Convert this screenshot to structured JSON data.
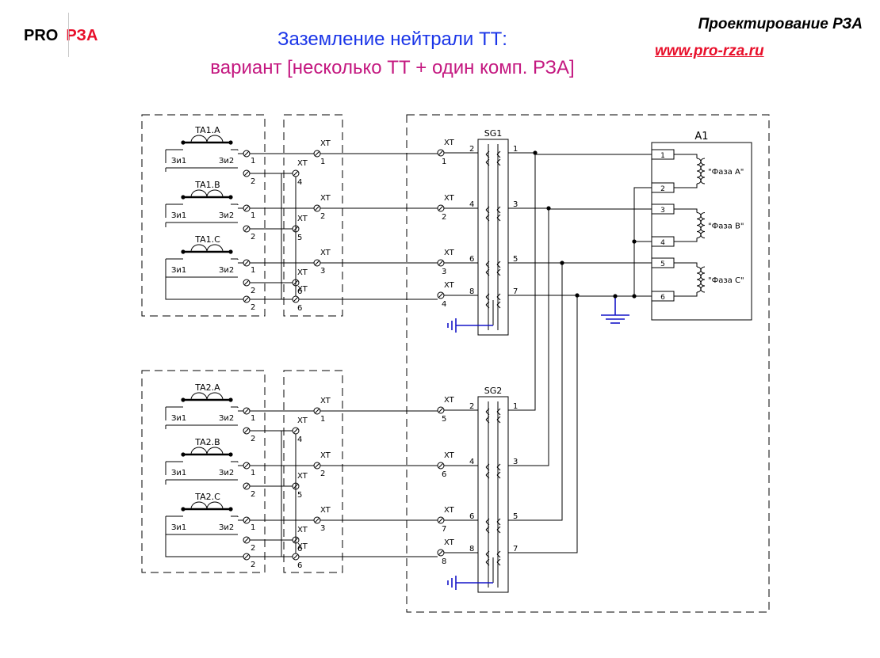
{
  "header": {
    "logo_pro": "PRO",
    "logo_rza": "РЗА",
    "title_line1": "Заземление нейтрали ТТ:",
    "title_line2": "вариант [несколько ТТ + один комп. РЗА]",
    "brand_name": "Проектирование РЗА",
    "brand_url": "www.pro-rza.ru"
  },
  "colors": {
    "title_line1": "#1a35e8",
    "title_line2": "#c41880",
    "accent_red": "#e8102b",
    "ground_blue": "#1515c8"
  },
  "diagram": {
    "ct_groups": [
      {
        "cts": [
          {
            "label": "TA1.A",
            "s1": "Зи1",
            "s2": "Зи2",
            "t1": "1",
            "t2": "2",
            "xt_upper": "1",
            "xt_lower": "4"
          },
          {
            "label": "TA1.B",
            "s1": "Зи1",
            "s2": "Зи2",
            "t1": "1",
            "t2": "2",
            "xt_upper": "2",
            "xt_lower": "5"
          },
          {
            "label": "TA1.C",
            "s1": "Зи1",
            "s2": "Зи2",
            "t1": "1",
            "t2": "2",
            "xt_upper": "3",
            "xt_lower": "6"
          }
        ],
        "panel_xt": [
          "1",
          "2",
          "3",
          "4"
        ],
        "switch": {
          "label": "SG1",
          "left_pins": [
            "2",
            "4",
            "6",
            "8"
          ],
          "right_pins": [
            "1",
            "3",
            "5",
            "7"
          ]
        }
      },
      {
        "cts": [
          {
            "label": "TA2.A",
            "s1": "Зи1",
            "s2": "Зи2",
            "t1": "1",
            "t2": "2",
            "xt_upper": "1",
            "xt_lower": "4"
          },
          {
            "label": "TA2.B",
            "s1": "Зи1",
            "s2": "Зи2",
            "t1": "1",
            "t2": "2",
            "xt_upper": "2",
            "xt_lower": "5"
          },
          {
            "label": "TA2.C",
            "s1": "Зи1",
            "s2": "Зи2",
            "t1": "1",
            "t2": "2",
            "xt_upper": "3",
            "xt_lower": "6"
          }
        ],
        "panel_xt": [
          "5",
          "6",
          "7",
          "8"
        ],
        "switch": {
          "label": "SG2",
          "left_pins": [
            "2",
            "4",
            "6",
            "8"
          ],
          "right_pins": [
            "1",
            "3",
            "5",
            "7"
          ]
        }
      }
    ],
    "xt_label": "XT",
    "relay": {
      "label": "A1",
      "phases": [
        "Фаза А",
        "Фаза В",
        "Фаза С"
      ],
      "pins": [
        "1",
        "2",
        "3",
        "4",
        "5",
        "6"
      ]
    }
  }
}
